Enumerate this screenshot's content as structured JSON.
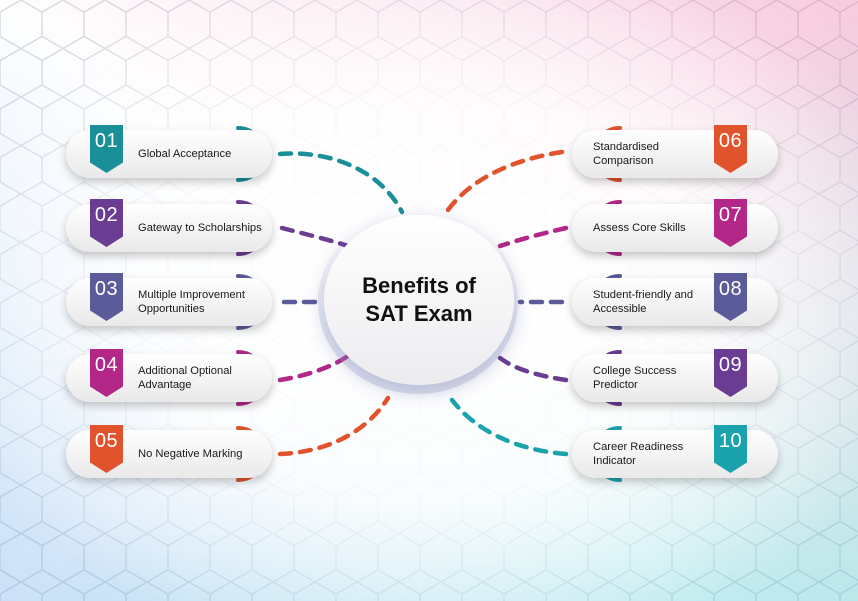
{
  "title": "Benefits of SAT Exam",
  "items": [
    {
      "num": "01",
      "label": "Global Acceptance",
      "color": "#1b8f97"
    },
    {
      "num": "02",
      "label": "Gateway to Scholarships",
      "color": "#6a3d93"
    },
    {
      "num": "03",
      "label": "Multiple Improvement Opportunities",
      "color": "#5b5b9a"
    },
    {
      "num": "04",
      "label": "Additional Optional Advantage",
      "color": "#b22787"
    },
    {
      "num": "05",
      "label": "No Negative Marking",
      "color": "#e0532c"
    },
    {
      "num": "06",
      "label": "Standardised Comparison",
      "color": "#e0532c"
    },
    {
      "num": "07",
      "label": "Assess Core Skills",
      "color": "#b22787"
    },
    {
      "num": "08",
      "label": "Student-friendly and Accessible",
      "color": "#5b5b9a"
    },
    {
      "num": "09",
      "label": "College Success Predictor",
      "color": "#6a3d93"
    },
    {
      "num": "10",
      "label": "Career Readiness Indicator",
      "color": "#1aa2ad"
    }
  ]
}
